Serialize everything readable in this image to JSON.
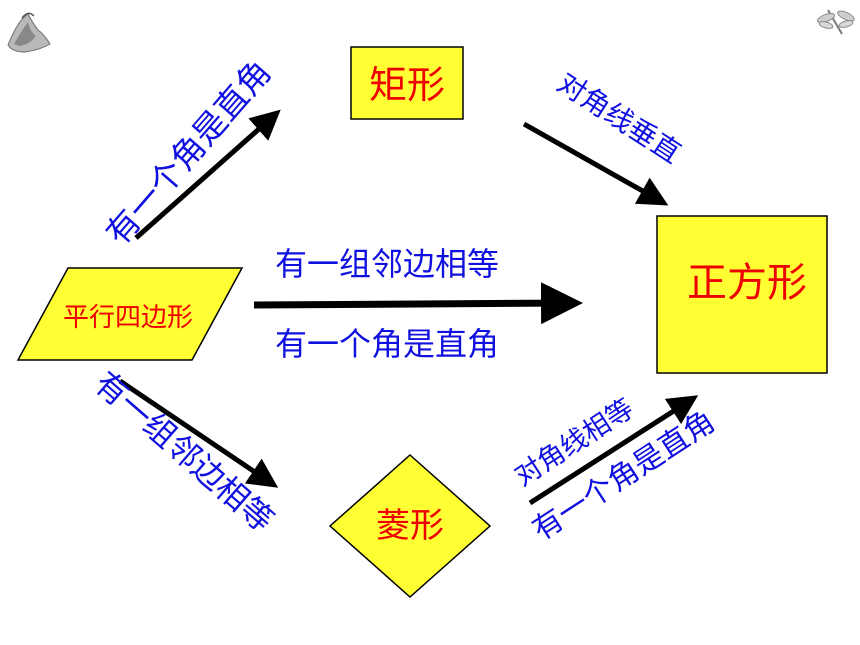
{
  "colors": {
    "node_fill": "#ffff33",
    "node_stroke": "#000000",
    "node_text": "#ee0000",
    "edge_text": "#1010e0",
    "arrow": "#000000"
  },
  "nodes": {
    "parallelogram": "平行四边形",
    "rectangle": "矩形",
    "rhombus": "菱形",
    "square": "正方形"
  },
  "edges": {
    "parallelogram_to_rectangle": "有一个角是直角",
    "parallelogram_to_square_top": "有一组邻边相等",
    "parallelogram_to_square_bottom": "有一个角是直角",
    "parallelogram_to_rhombus": "有一组邻边相等",
    "rectangle_to_square": "对角线垂直",
    "rhombus_to_square_top": "对角线相等",
    "rhombus_to_square_bottom": "有一个角是直角"
  },
  "decorations": {
    "top_left": "mountain-painting-icon",
    "top_right": "dragonfly-icon"
  }
}
